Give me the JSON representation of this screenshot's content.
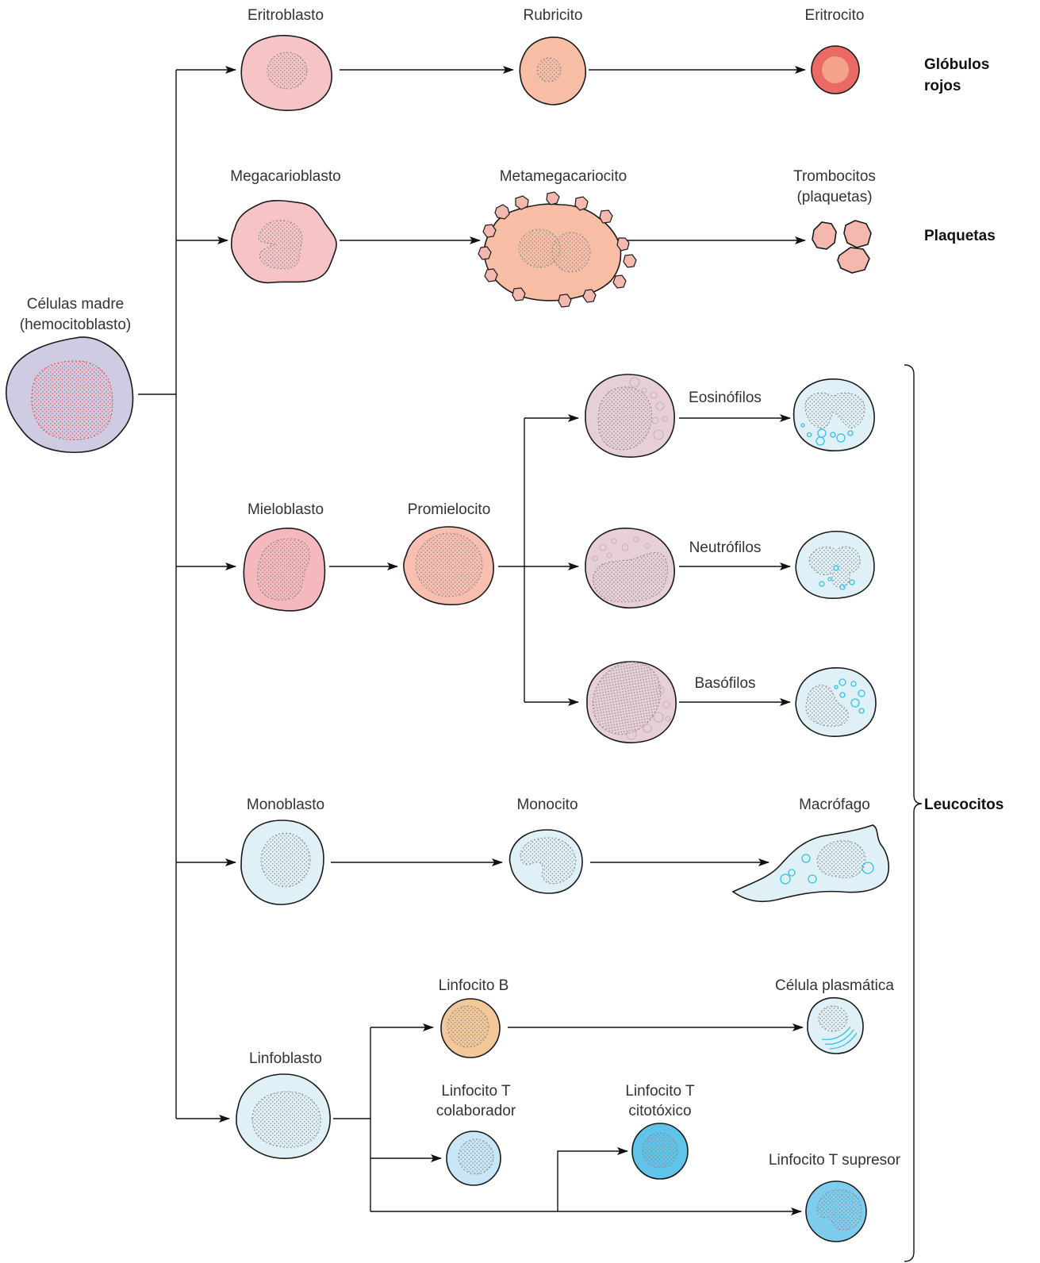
{
  "colors": {
    "stem": "#cfcbe3",
    "red_line": "#f6c3c6",
    "platelet": "#f4b8ae",
    "myeloid": "#e6cfd6",
    "lymphoid": "#dff0f7",
    "granule": "#2ec4ea",
    "erythrocyte": "#ec6a66"
  },
  "stem_cell": {
    "label_line1": "Células madre",
    "label_line2": "(hemocitoblasto)",
    "icon": "stem-cell"
  },
  "red_line": {
    "eritroblasto": "Eritroblasto",
    "rubricito": "Rubricito",
    "eritrocito": "Eritrocito",
    "group_line1": "Glóbulos",
    "group_line2": "rojos"
  },
  "platelet_line": {
    "megacarioblasto": "Megacarioblasto",
    "metamegacariocito": "Metamegacariocito",
    "trombocitos_line1": "Trombocitos",
    "trombocitos_line2": "(plaquetas)",
    "group": "Plaquetas"
  },
  "granulocytes": {
    "mieloblasto": "Mieloblasto",
    "promielocito": "Promielocito",
    "eosinofilos": "Eosinófilos",
    "neutrofilos": "Neutrófilos",
    "basofilos": "Basófilos"
  },
  "monocytes": {
    "monoblasto": "Monoblasto",
    "monocito": "Monocito",
    "macrofago": "Macrófago"
  },
  "lymphocytes": {
    "linfoblasto": "Linfoblasto",
    "linfocito_b": "Linfocito B",
    "celula_plasmatica": "Célula plasmática",
    "t_colaborador_line1": "Linfocito T",
    "t_colaborador_line2": "colaborador",
    "t_citotoxico_line1": "Linfocito T",
    "t_citotoxico_line2": "citotóxico",
    "t_supresor": "Linfocito T supresor"
  },
  "leukocyte_group": "Leucocitos"
}
